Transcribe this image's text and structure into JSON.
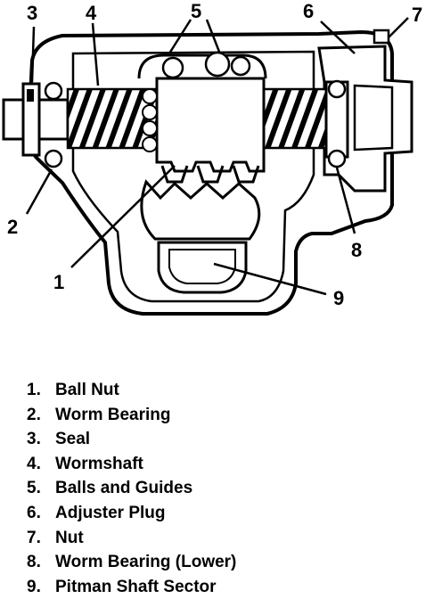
{
  "callouts": {
    "c1": "1",
    "c2": "2",
    "c3": "3",
    "c4": "4",
    "c5": "5",
    "c6": "6",
    "c7": "7",
    "c8": "8",
    "c9": "9"
  },
  "legend": [
    {
      "number": "1.",
      "label": "Ball Nut"
    },
    {
      "number": "2.",
      "label": "Worm Bearing"
    },
    {
      "number": "3.",
      "label": "Seal"
    },
    {
      "number": "4.",
      "label": "Wormshaft"
    },
    {
      "number": "5.",
      "label": "Balls and Guides"
    },
    {
      "number": "6.",
      "label": "Adjuster Plug"
    },
    {
      "number": "7.",
      "label": "Nut"
    },
    {
      "number": "8.",
      "label": "Worm Bearing (Lower)"
    },
    {
      "number": "9.",
      "label": "Pitman Shaft Sector"
    }
  ]
}
